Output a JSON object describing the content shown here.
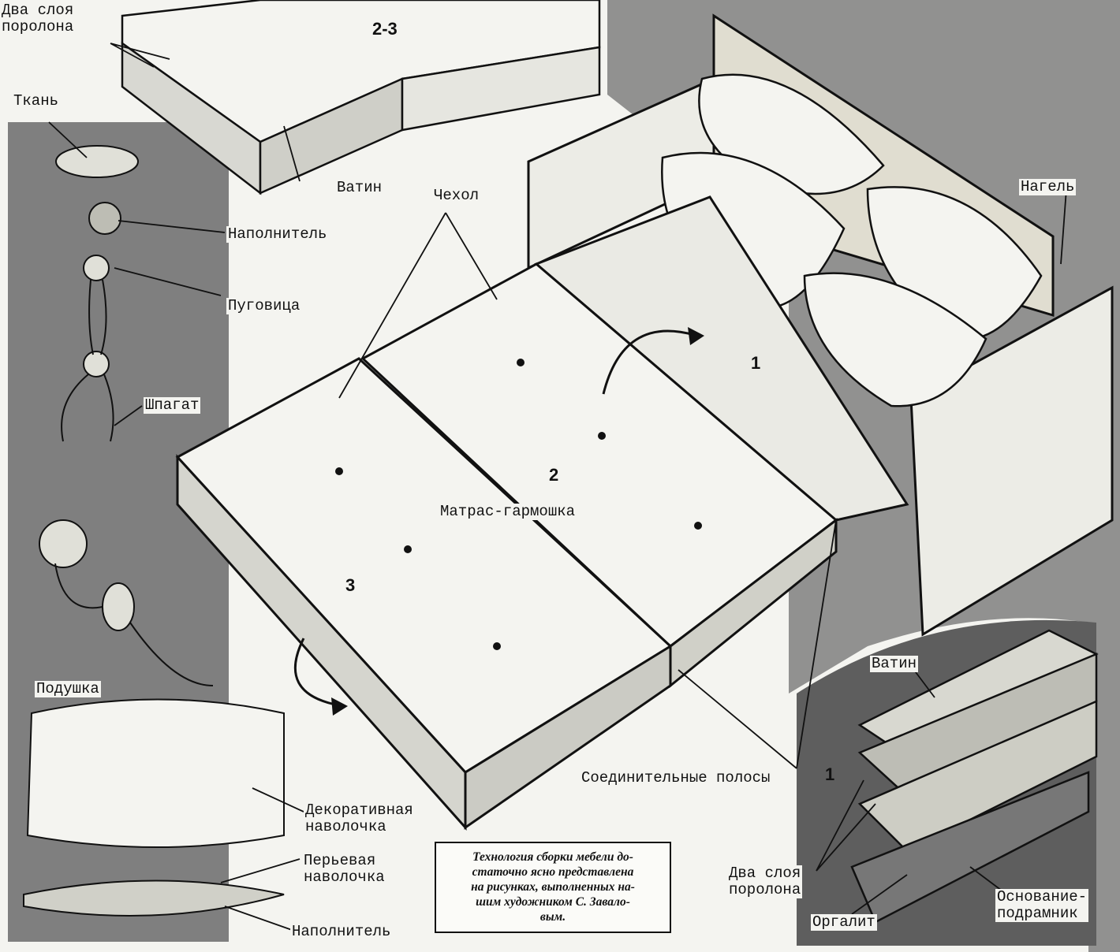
{
  "labels": {
    "two_layers_foam_top": "Два слоя\nпоролона",
    "fabric": "Ткань",
    "filler_1": "Наполнитель",
    "button": "Пуговица",
    "twine": "Шпагат",
    "pillow": "Подушка",
    "decorative_pillowcase": "Декоративная\nнаволочка",
    "feather_pillowcase": "Перьевая\nнаволочка",
    "filler_2": "Наполнитель",
    "batting_top": "Ватин",
    "cover": "Чехол",
    "dowel": "Нагель",
    "mattress": "Матрас-гармошка",
    "connecting_strips": "Соединительные полосы",
    "batting_bottom": "Ватин",
    "two_layers_foam_bottom": "Два слоя\nпоролона",
    "fiberboard": "Оргалит",
    "base_frame": "Основание-\nподрамник"
  },
  "numbers": {
    "n_2_3": "2-3",
    "n_1_top": "1",
    "n_2": "2",
    "n_3": "3",
    "n_1_bottom": "1"
  },
  "caption": "Технология сборки мебели до-\nстаточно ясно представлена\nна рисунках, выполненных на-\nшим художником С. Завало-\nвым.",
  "colors": {
    "panel_gray": "#7f7f7f",
    "ink": "#111111",
    "paper": "#f4f4f0"
  }
}
